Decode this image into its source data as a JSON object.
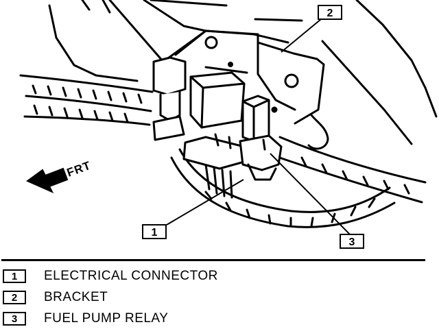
{
  "callouts": [
    {
      "number": "1"
    },
    {
      "number": "2"
    },
    {
      "number": "3"
    }
  ],
  "direction_label": "FRT",
  "legend": [
    {
      "number": "1",
      "label": "ELECTRICAL CONNECTOR"
    },
    {
      "number": "2",
      "label": "BRACKET"
    },
    {
      "number": "3",
      "label": "FUEL PUMP RELAY"
    }
  ]
}
